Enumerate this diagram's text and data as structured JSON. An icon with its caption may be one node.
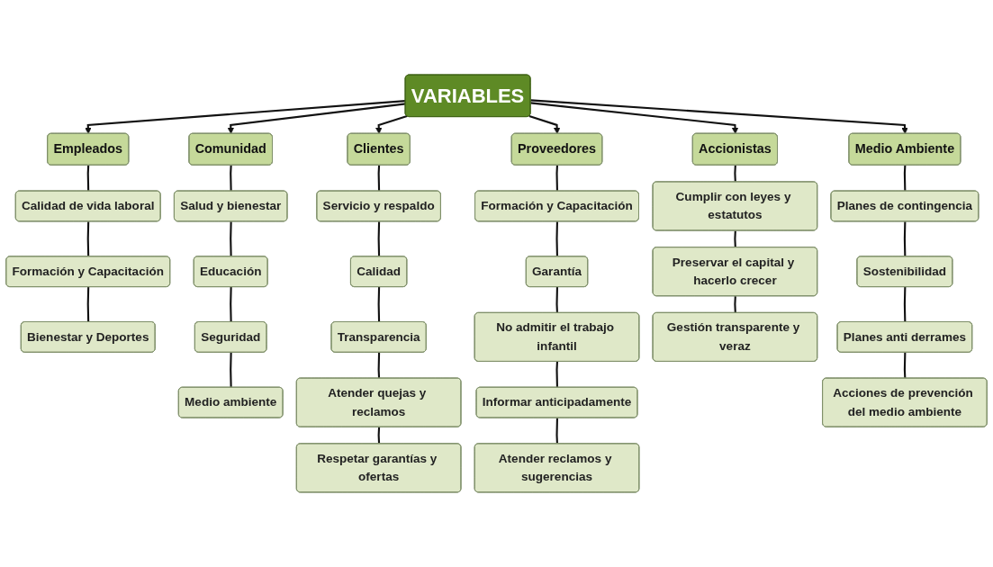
{
  "diagram": {
    "nodes": [
      {
        "text": [
          "VARIABLES"
        ]
      },
      {
        "text": [
          "Empleados"
        ]
      },
      {
        "text": [
          "Calidad de vida laboral"
        ]
      },
      {
        "text": [
          "Formación y Capacitación"
        ]
      },
      {
        "text": [
          "Bienestar y Deportes"
        ]
      },
      {
        "text": [
          "Comunidad"
        ]
      },
      {
        "text": [
          "Salud y bienestar"
        ]
      },
      {
        "text": [
          "Educación"
        ]
      },
      {
        "text": [
          "Seguridad"
        ]
      },
      {
        "text": [
          "Medio ambiente"
        ]
      },
      {
        "text": [
          "Clientes"
        ]
      },
      {
        "text": [
          "Servicio y respaldo"
        ]
      },
      {
        "text": [
          "Calidad"
        ]
      },
      {
        "text": [
          "Transparencia"
        ]
      },
      {
        "text": [
          "Atender quejas y reclamos"
        ]
      },
      {
        "text": [
          "Respetar garantías y ofertas"
        ]
      },
      {
        "text": [
          "Proveedores"
        ]
      },
      {
        "text": [
          "Formación y Capacitación"
        ]
      },
      {
        "text": [
          "Garantía"
        ]
      },
      {
        "text": [
          "No admitir el trabajo infantil"
        ]
      },
      {
        "text": [
          "Informar anticipadamente"
        ]
      },
      {
        "text": [
          "Atender reclamos y sugerencias"
        ]
      },
      {
        "text": [
          "Accionistas"
        ]
      },
      {
        "text": [
          "Cumplir con leyes y estatutos"
        ]
      },
      {
        "text": [
          "Preservar el capital y hacerlo crecer"
        ]
      },
      {
        "text": [
          "Gestión transparente y veraz"
        ]
      },
      {
        "text": [
          "Medio Ambiente"
        ]
      },
      {
        "text": [
          "Planes de contingencia"
        ]
      },
      {
        "text": [
          "Sostenibilidad"
        ]
      },
      {
        "text": [
          "Planes anti derrames"
        ]
      },
      {
        "text": [
          "Acciones de prevención del medio ambiente"
        ]
      }
    ],
    "edges": [
      {
        "from": 0,
        "to": 1,
        "arrow": "to"
      },
      {
        "from": 0,
        "to": 5,
        "arrow": "to"
      },
      {
        "from": 0,
        "to": 10,
        "arrow": "to"
      },
      {
        "from": 0,
        "to": 16,
        "arrow": "to"
      },
      {
        "from": 0,
        "to": 22,
        "arrow": "to"
      },
      {
        "from": 0,
        "to": 26,
        "arrow": "to"
      },
      {
        "from": 1,
        "to": 2,
        "arrow": "none"
      },
      {
        "from": 2,
        "to": 3,
        "arrow": "none"
      },
      {
        "from": 3,
        "to": 4,
        "arrow": "none"
      },
      {
        "from": 5,
        "to": 6,
        "arrow": "none"
      },
      {
        "from": 6,
        "to": 7,
        "arrow": "none"
      },
      {
        "from": 7,
        "to": 8,
        "arrow": "none"
      },
      {
        "from": 8,
        "to": 9,
        "arrow": "none"
      },
      {
        "from": 10,
        "to": 11,
        "arrow": "none"
      },
      {
        "from": 11,
        "to": 12,
        "arrow": "none"
      },
      {
        "from": 12,
        "to": 13,
        "arrow": "none"
      },
      {
        "from": 13,
        "to": 14,
        "arrow": "none"
      },
      {
        "from": 14,
        "to": 15,
        "arrow": "none"
      },
      {
        "from": 16,
        "to": 17,
        "arrow": "none"
      },
      {
        "from": 17,
        "to": 18,
        "arrow": "none"
      },
      {
        "from": 18,
        "to": 19,
        "arrow": "none"
      },
      {
        "from": 19,
        "to": 20,
        "arrow": "none"
      },
      {
        "from": 20,
        "to": 21,
        "arrow": "none"
      },
      {
        "from": 22,
        "to": 23,
        "arrow": "none"
      },
      {
        "from": 23,
        "to": 24,
        "arrow": "none"
      },
      {
        "from": 24,
        "to": 25,
        "arrow": "none"
      },
      {
        "from": 26,
        "to": 27,
        "arrow": "none"
      },
      {
        "from": 27,
        "to": 28,
        "arrow": "none"
      },
      {
        "from": 28,
        "to": 29,
        "arrow": "none"
      },
      {
        "from": 29,
        "to": 30,
        "arrow": "none"
      }
    ]
  }
}
